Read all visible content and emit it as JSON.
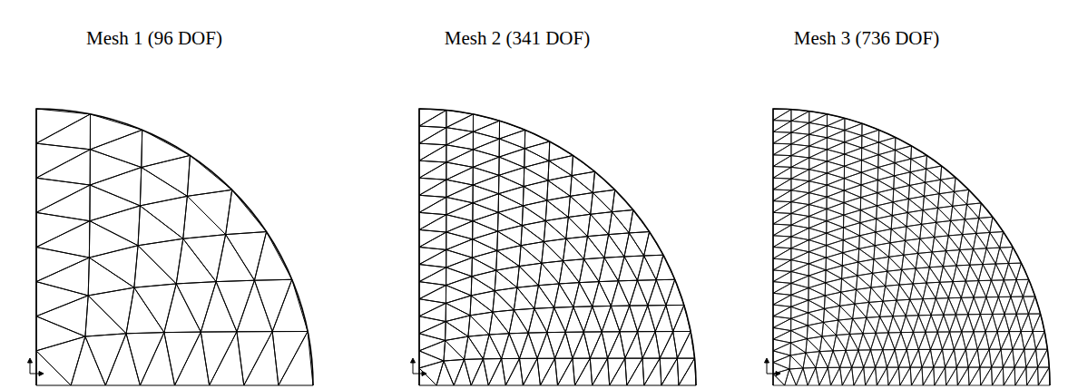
{
  "diagram": {
    "labels": [
      "Mesh 1 (96 DOF)",
      "Mesh 2 (341 DOF)",
      "Mesh 3 (736 DOF)"
    ]
  }
}
